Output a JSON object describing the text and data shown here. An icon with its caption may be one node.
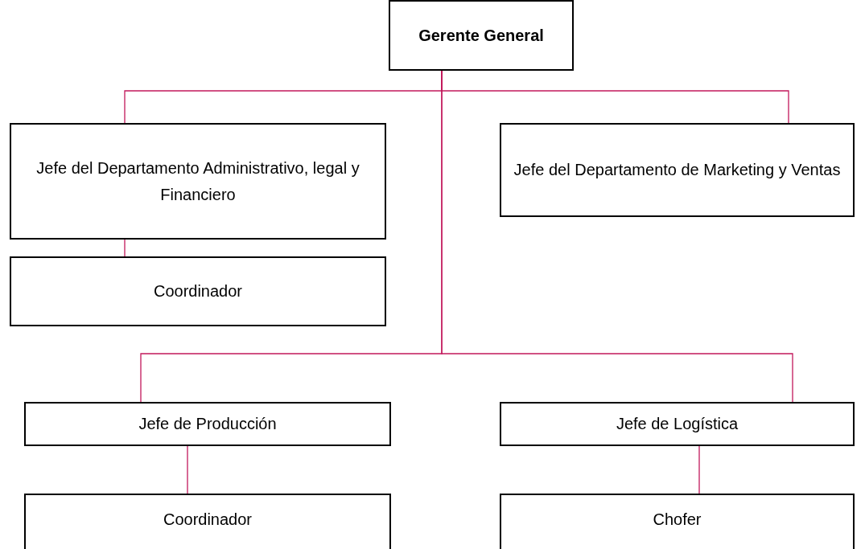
{
  "diagram": {
    "nodes": [
      {
        "text": [
          "Gerente General"
        ]
      },
      {
        "text": [
          "Jefe del Departamento Administrativo, legal y Financiero"
        ]
      },
      {
        "text": [
          "Jefe del Departamento de Marketing y Ventas"
        ]
      },
      {
        "text": [
          "Coordinador"
        ]
      },
      {
        "text": [
          "Jefe de Producción"
        ]
      },
      {
        "text": [
          "Jefe de Logística"
        ]
      },
      {
        "text": [
          "Coordinador"
        ]
      },
      {
        "text": [
          "Chofer"
        ]
      }
    ],
    "edges": [
      {
        "from": 0,
        "to": 1,
        "arrow": "none"
      },
      {
        "from": 0,
        "to": 2,
        "arrow": "none"
      },
      {
        "from": 0,
        "to": 4,
        "arrow": "none"
      },
      {
        "from": 0,
        "to": 5,
        "arrow": "none"
      },
      {
        "from": 1,
        "to": 3,
        "arrow": "none"
      },
      {
        "from": 4,
        "to": 6,
        "arrow": "none"
      },
      {
        "from": 5,
        "to": 7,
        "arrow": "none"
      }
    ]
  }
}
